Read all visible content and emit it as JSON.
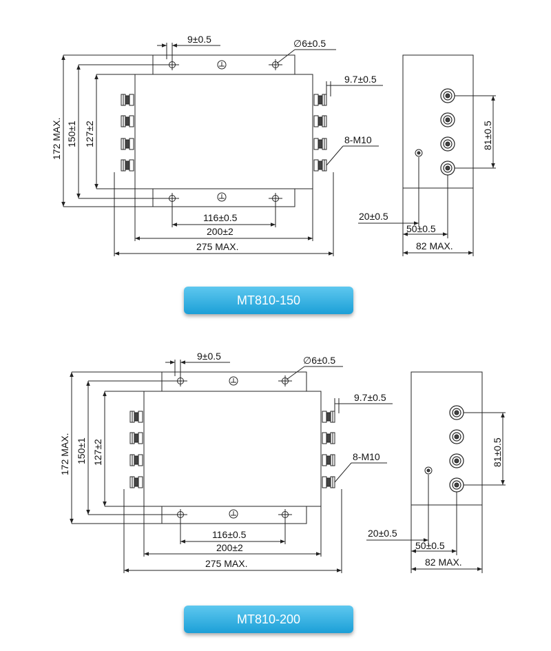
{
  "drawings": [
    {
      "model": "MT810-150",
      "dims": {
        "hole_offset": "9±0.5",
        "hole_dia": "∅6±0.5",
        "terminal_protrusion": "9.7±0.5",
        "terminal_spec": "8-M10",
        "height_max": "172 MAX.",
        "height_mount": "150±1",
        "height_body": "127±2",
        "hole_spacing": "116±0.5",
        "body_width": "200±2",
        "width_max": "275 MAX.",
        "side_terminal_spacing": "81±0.5",
        "side_ground_offset": "20±0.5",
        "side_terminal_offset": "50±0.5",
        "depth_max": "82 MAX."
      }
    },
    {
      "model": "MT810-200",
      "dims": {
        "hole_offset": "9±0.5",
        "hole_dia": "∅6±0.5",
        "terminal_protrusion": "9.7±0.5",
        "terminal_spec": "8-M10",
        "height_max": "172 MAX.",
        "height_mount": "150±1",
        "height_body": "127±2",
        "hole_spacing": "116±0.5",
        "body_width": "200±2",
        "width_max": "275 MAX.",
        "side_terminal_spacing": "81±0.5",
        "side_ground_offset": "20±0.5",
        "side_terminal_offset": "50±0.5",
        "depth_max": "82 MAX."
      }
    }
  ],
  "colors": {
    "badge_top": "#5ec8ef",
    "badge_bottom": "#1c9fd7",
    "line": "#222222"
  }
}
